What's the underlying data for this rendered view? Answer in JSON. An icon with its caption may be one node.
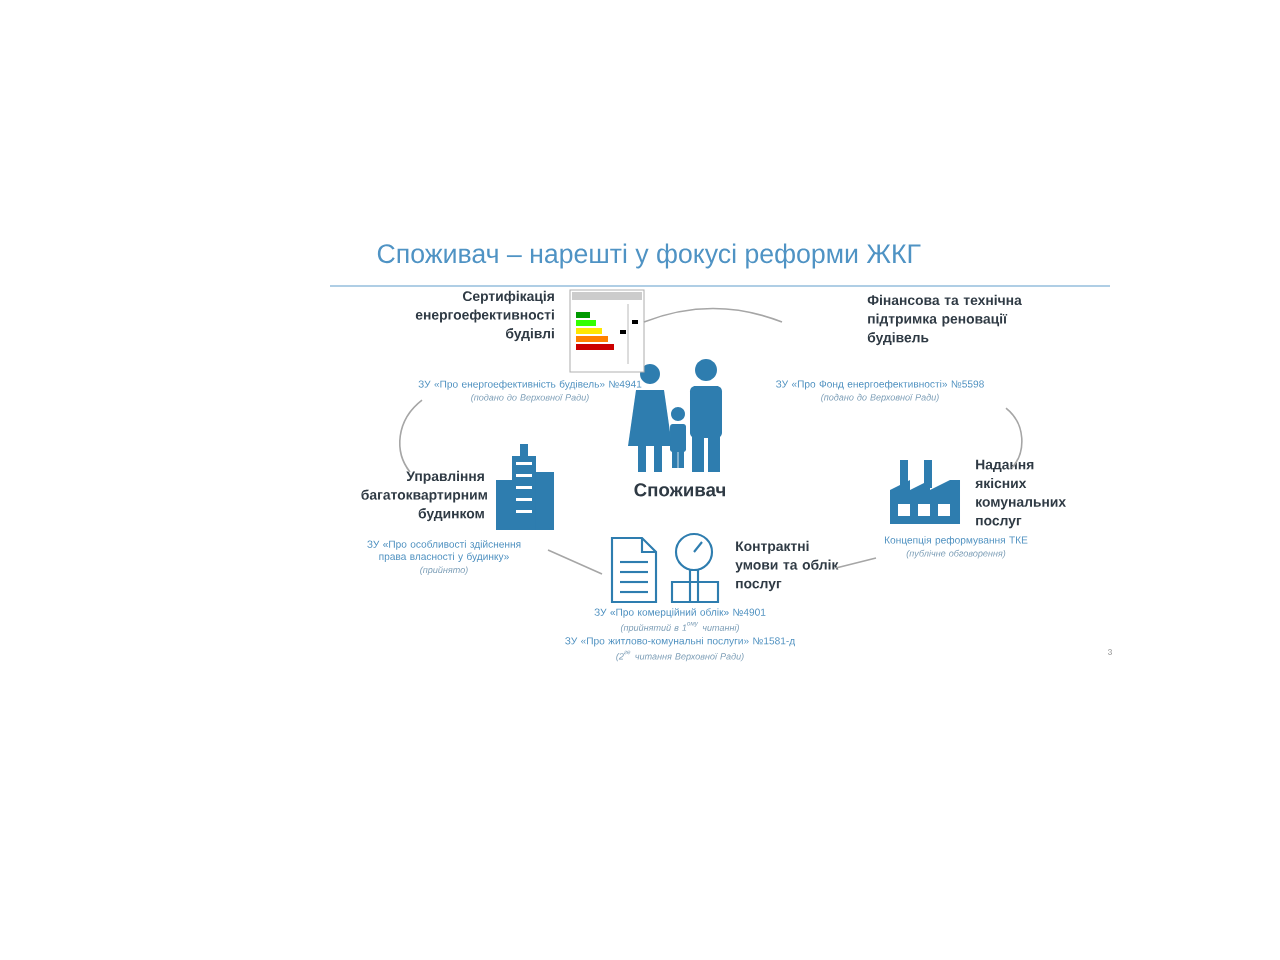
{
  "diagram": {
    "title": "Споживач – нарешті у фокусі реформи ЖКГ",
    "nodes": [
      {
        "text": [
          "Споживач"
        ]
      },
      {
        "text": [
          "Сертифікація енергоефективності будівлі"
        ],
        "beside": [
          "ЗУ «Про енергоефективність будівель» №4941",
          "(подано до Верховної Ради)"
        ]
      },
      {
        "text": [
          "Фінансова та технічна підтримка реновації будівель"
        ],
        "beside": [
          "ЗУ «Про Фонд енергоефективності» №5598",
          "(подано до Верховної Ради)"
        ]
      },
      {
        "text": [
          "Надання якісних комунальних послуг"
        ],
        "beside": [
          "Концепція реформування ТКЕ",
          "(публічне обговорення)"
        ]
      },
      {
        "text": [
          "Контрактні умови та облік послуг"
        ],
        "beside": [
          "ЗУ «Про комерційний облік» №4901",
          "(прийнятий в 1$^{ому}$ читанні)",
          "ЗУ «Про житлово-комунальні послуги» №1581-д",
          "(2$^{ге}$ читання Верховної Ради)"
        ]
      },
      {
        "text": [
          "Управління багатоквартирним будинком"
        ],
        "beside": [
          "ЗУ «Про особливості здійснення права власності у будинку»",
          "(прийнято)"
        ]
      }
    ],
    "edges": [
      {
        "from": 1,
        "to": 2,
        "arrow": "none"
      },
      {
        "from": 2,
        "to": 3,
        "arrow": "none"
      },
      {
        "from": 3,
        "to": 4,
        "arrow": "none"
      },
      {
        "from": 4,
        "to": 5,
        "arrow": "none"
      },
      {
        "from": 5,
        "to": 1,
        "arrow": "none"
      }
    ],
    "labels": [
      "3"
    ]
  }
}
